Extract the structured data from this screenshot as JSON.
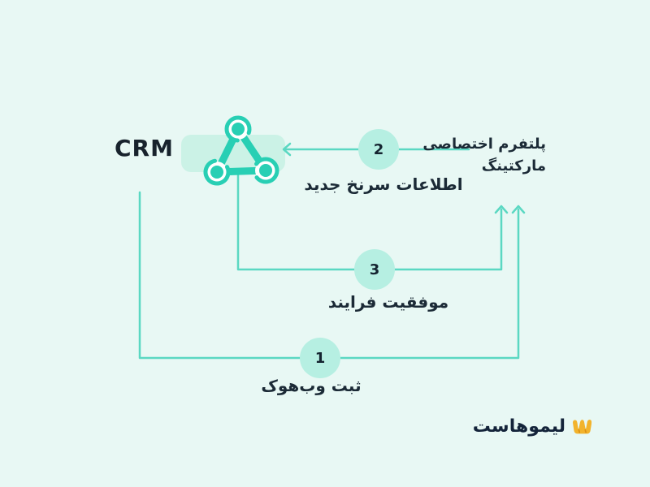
{
  "colors": {
    "background": "#e8f8f4",
    "line": "#5bd8c2",
    "circle_fill": "#b6efe2",
    "icon_teal": "#28cfb4",
    "icon_backdrop": "#cbf2e6",
    "text_dark": "#1b2a36",
    "logo_yellow": "#f2b32c",
    "logo_orange": "#db8f13",
    "logo_text_color": "#14243a"
  },
  "crm": {
    "label": "CRM"
  },
  "icons": {
    "webhook": "webhook-icon",
    "logo_mark": "limoo-lemon-icon"
  },
  "steps": [
    {
      "number": "1",
      "label": "ثبت وب‌هوک"
    },
    {
      "number": "2",
      "label": "اطلاعات سرنخ جدید"
    },
    {
      "number": "3",
      "label": "موفقیت فرایند"
    }
  ],
  "platform": {
    "line1": "پلتفرم اختصاصی",
    "line2": "مارکتینگ"
  },
  "logo": {
    "text": "لیموهاست"
  }
}
